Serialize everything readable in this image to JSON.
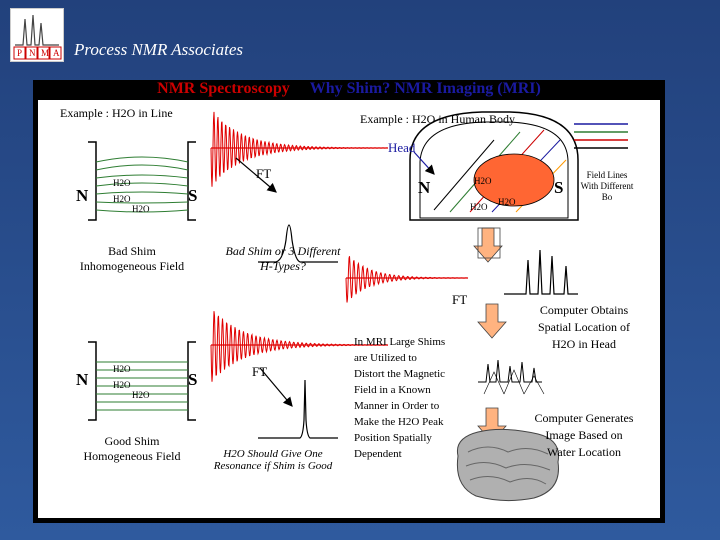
{
  "header": {
    "company": "Process NMR Associates",
    "logo_letters": [
      "P",
      "N",
      "M",
      "A"
    ]
  },
  "title": {
    "part1": "NMR Spectroscopy",
    "part2": "Why Shim? NMR Imaging (MRI)"
  },
  "left": {
    "example": "Example : H2O in Line",
    "magnet_n": "N",
    "magnet_s": "S",
    "h2o_a": "H2O",
    "h2o_b": "H2O",
    "h2o_c": "H2O",
    "bad_shim_line1": "Bad Shim",
    "bad_shim_line2": "Inhomogeneous Field",
    "ft_top": "FT",
    "bad_shim_caption_line1": "Bad Shim or 3 Different",
    "bad_shim_caption_line2": "H-Types?",
    "good_n": "N",
    "good_s": "S",
    "good_h2o_a": "H2O",
    "good_h2o_b": "H2O",
    "good_h2o_c": "H2O",
    "good_shim_line1": "Good Shim",
    "good_shim_line2": "Homogeneous Field",
    "ft_bottom": "FT",
    "good_caption_line1": "H2O Should Give One",
    "good_caption_line2": "Resonance if Shim is Good"
  },
  "right": {
    "example": "Example : H2O in Human Body",
    "head": "Head",
    "magnet_n": "N",
    "magnet_s": "S",
    "h2o_a": "H2O",
    "h2o_b": "H2O",
    "h2o_c": "H2O",
    "field_lines_line1": "Field Lines",
    "field_lines_line2": "With Different",
    "field_lines_line3": "Bo",
    "ft": "FT",
    "mri_text": [
      "In MRI Large Shims",
      "are Utilized to",
      "Distort the Magnetic",
      "Field in a Known",
      "Manner in Order to",
      "Make the H2O Peak",
      "Position Spatially",
      "Dependent"
    ],
    "computer1_line1": "Computer Obtains",
    "computer1_line2": "Spatial Location of",
    "computer1_line3": "H2O in Head",
    "computer2_line1": "Computer Generates",
    "computer2_line2": "Image Based on",
    "computer2_line3": "Water Location"
  },
  "colors": {
    "fid": "#e00000",
    "title_red": "#cc0000",
    "title_blue": "#1a1aa0",
    "coil": "#2e7d32",
    "arrow_fill": "#ffb380",
    "blob": "#ff6633"
  }
}
